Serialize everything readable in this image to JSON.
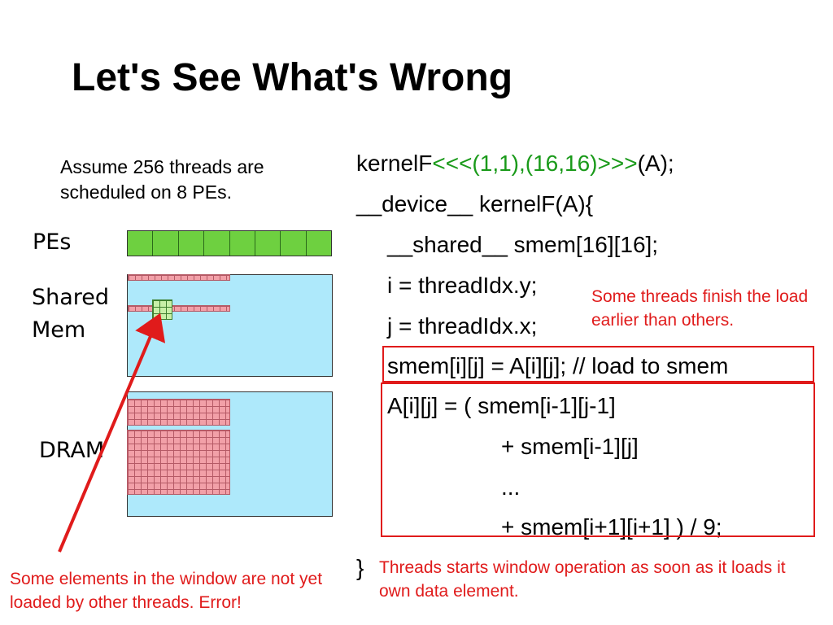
{
  "slide": {
    "title": "Let's See What's Wrong",
    "assumption": "Assume 256 threads are scheduled on 8 PEs."
  },
  "diagram": {
    "pes_label": "PEs",
    "shared_mem_label": "Shared Mem",
    "dram_label": "DRAM",
    "pe_count": 8,
    "colors": {
      "pe_fill": "#6ed040",
      "memory_fill": "#aee9fb",
      "loaded_cells": "#f2a0a8",
      "window_cells": "#c8f0a8",
      "annotation_red": "#e01b1b"
    }
  },
  "code": {
    "line1_prefix": "kernelF",
    "line1_launch": "<<<(1,1),(16,16)>>>",
    "line1_suffix": "(A);",
    "line2": "__device__    kernelF(A){",
    "line3": "__shared__ smem[16][16];",
    "line4": "i = threadIdx.y;",
    "line5": "j = threadIdx.x;",
    "line6": "smem[i][j] = A[i][j]; // load to smem",
    "line7": "A[i][j] = ( smem[i-1][j-1]",
    "line8": "+ smem[i-1][j]",
    "line9": "...",
    "line10": "+ smem[i+1][i+1] ) / 9;",
    "line11": "}"
  },
  "annotations": {
    "finish_note": "Some threads finish the load earlier than others.",
    "window_note": "Threads starts window operation as soon as it loads it own data element.",
    "error_note": "Some elements in the window are not yet loaded by other threads. Error!"
  }
}
